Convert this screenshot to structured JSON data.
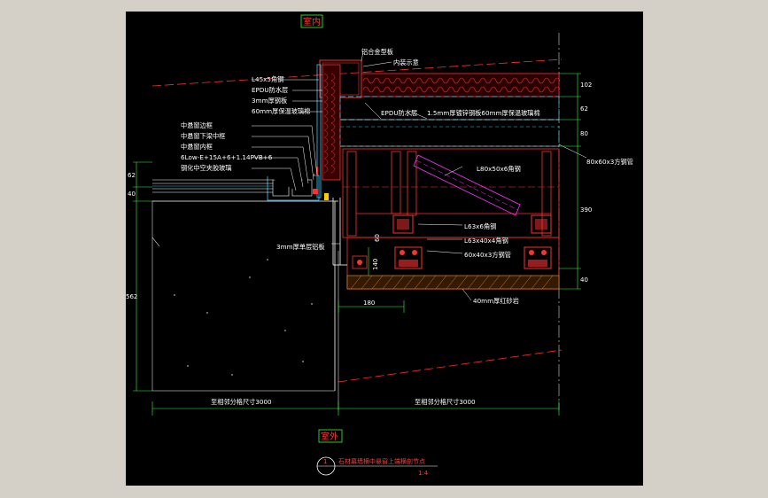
{
  "labels": {
    "indoor": "室内",
    "outdoor": "室外",
    "alu_cap": "铝合金型板",
    "inner_ref": "内装示意",
    "angle_l45": "L45x5角钢",
    "epdm_1": "EPDU防水层",
    "steel_3mm": "3mm厚钢板",
    "glasswool_60": "60mm厚保温玻璃棉",
    "epdm_2": "EPDU防水层",
    "roof_sheet": "1.5mm厚镀锌钢板60mm厚保温玻璃棉",
    "tube_80": "80x60x3方钢管",
    "angle_l80": "L80x50x6角钢",
    "angle_l63_6": "L63x6角钢",
    "angle_l63_4": "L63x40x4角钢",
    "tube_60": "60x40x3方钢管",
    "granite_40": "40mm厚红砂岩",
    "alu_3mm": "3mm厚单层铝板",
    "frame_side": "中悬窗边框",
    "frame_bottom": "中悬窗下梁中框",
    "frame_inner": "中悬窗内框",
    "glass_spec": "6Low-E+15A+6+1.14PVB+6",
    "glass_desc": "钢化中空夹胶玻璃",
    "bottom_dim_left": "至相邻分格尺寸3000",
    "bottom_dim_right": "至相邻分格尺寸3000",
    "title_main": "石材幕墙横中悬窗上端横剖节点",
    "title_num": "1",
    "title_scale": "1:4"
  },
  "dimensions": {
    "left_62": "62",
    "left_40": "40",
    "left_562": "562",
    "right_102": "102",
    "right_62": "62",
    "right_80": "80",
    "right_390": "390",
    "right_40": "40",
    "dim_180": "180",
    "dim_140": "140",
    "dim_60": "60"
  }
}
